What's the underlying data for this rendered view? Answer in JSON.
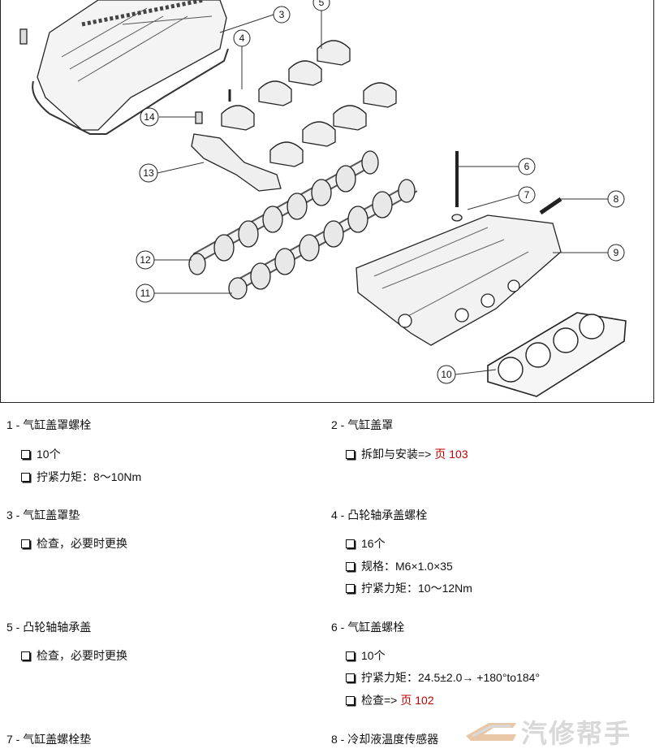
{
  "figure": {
    "callouts": [
      "3",
      "4",
      "5",
      "6",
      "7",
      "8",
      "9",
      "10",
      "11",
      "12",
      "13",
      "14"
    ]
  },
  "items": [
    {
      "title": "1 - 气缸盖罩螺栓",
      "bullets": [
        {
          "text": "10个"
        },
        {
          "text": "拧紧力矩：8～10Nm"
        }
      ]
    },
    {
      "title": "2 - 气缸盖罩",
      "bullets": [
        {
          "text": "拆卸与安装=>",
          "link": "页 103"
        }
      ]
    },
    {
      "title": "3 - 气缸盖罩垫",
      "bullets": [
        {
          "text": "检查，必要时更换"
        }
      ]
    },
    {
      "title": "4 - 凸轮轴承盖螺栓",
      "bullets": [
        {
          "text": "16个"
        },
        {
          "text": "规格：M6×1.0×35"
        },
        {
          "text": "拧紧力矩：10～12Nm"
        }
      ]
    },
    {
      "title": "5 - 凸轮轴轴承盖",
      "bullets": [
        {
          "text": "检查，必要时更换"
        }
      ]
    },
    {
      "title": "6 - 气缸盖螺栓",
      "bullets": [
        {
          "text": "10个"
        },
        {
          "text": "拧紧力矩：24.5±2.0→ +180°to184°"
        },
        {
          "text": "检查=>",
          "link": "页 102"
        }
      ]
    },
    {
      "title": "7 - 气缸盖螺栓垫",
      "bullets": []
    },
    {
      "title": "8 - 冷却液温度传感器",
      "bullets": []
    }
  ],
  "watermark": {
    "text": "汽修帮手"
  },
  "colors": {
    "link": "#c00000",
    "watermark": "#d8d8d8"
  }
}
